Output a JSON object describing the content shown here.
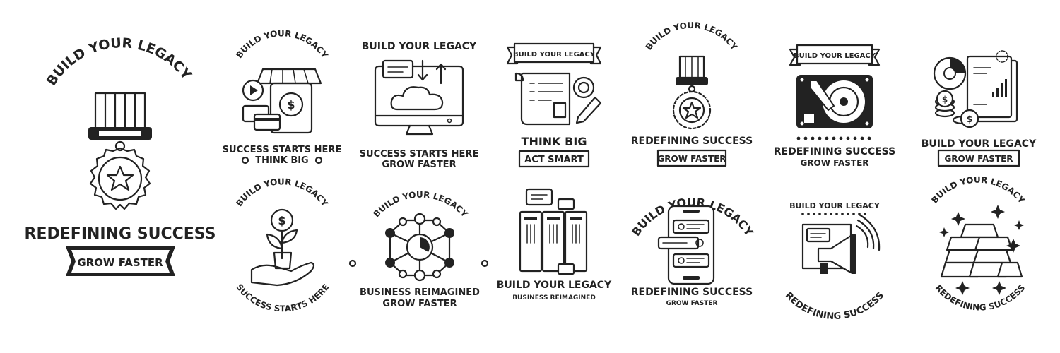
{
  "badges": [
    {
      "id": "b1",
      "icon": "medal-icon",
      "arc": "BUILD YOUR LEGACY",
      "line1": "REDEFINING SUCCESS",
      "ribbon": "GROW FASTER"
    },
    {
      "id": "b2",
      "icon": "mobile-shop-icon",
      "arc": "BUILD YOUR LEGACY",
      "line1": "SUCCESS STARTS HERE",
      "line2": "THINK BIG"
    },
    {
      "id": "b3",
      "icon": "cloud-monitor-icon",
      "top": "BUILD YOUR LEGACY",
      "line1": "SUCCESS STARTS HERE",
      "line2": "GROW FASTER"
    },
    {
      "id": "b4",
      "icon": "document-search-icon",
      "ribbon_top": "BUILD YOUR LEGACY",
      "line1": "THINK BIG",
      "box": "ACT SMART"
    },
    {
      "id": "b5",
      "icon": "medal-icon",
      "arc": "BUILD YOUR LEGACY",
      "line1": "REDEFINING SUCCESS",
      "box": "GROW FASTER"
    },
    {
      "id": "b6",
      "icon": "hard-drive-icon",
      "ribbon_top": "BUILD YOUR LEGACY",
      "line1": "REDEFINING SUCCESS",
      "line2": "GROW FASTER"
    },
    {
      "id": "b7",
      "icon": "finance-report-icon",
      "line1": "BUILD YOUR LEGACY",
      "box": "GROW FASTER"
    },
    {
      "id": "b8",
      "icon": "money-plant-icon",
      "arc": "BUILD YOUR LEGACY",
      "arc_bottom": "SUCCESS STARTS HERE"
    },
    {
      "id": "b9",
      "icon": "network-hub-icon",
      "arc": "BUILD YOUR LEGACY",
      "line1": "BUSINESS REIMAGINED",
      "line2": "GROW FASTER"
    },
    {
      "id": "b10",
      "icon": "server-chat-icon",
      "line1": "BUILD YOUR LEGACY",
      "line2": "BUSINESS REIMAGINED"
    },
    {
      "id": "b11",
      "icon": "phone-chat-icon",
      "arc": "BUILD YOUR LEGACY",
      "line1": "REDEFINING SUCCESS",
      "line2": "GROW FASTER"
    },
    {
      "id": "b12",
      "icon": "megaphone-icon",
      "top": "BUILD YOUR LEGACY",
      "arc_bottom": "REDEFINING SUCCESS"
    },
    {
      "id": "b13",
      "icon": "gold-bars-icon",
      "arc": "BUILD YOUR LEGACY",
      "arc_bottom": "REDEFINING SUCCESS"
    }
  ],
  "colors": {
    "ink": "#222222",
    "background": "#ffffff"
  }
}
